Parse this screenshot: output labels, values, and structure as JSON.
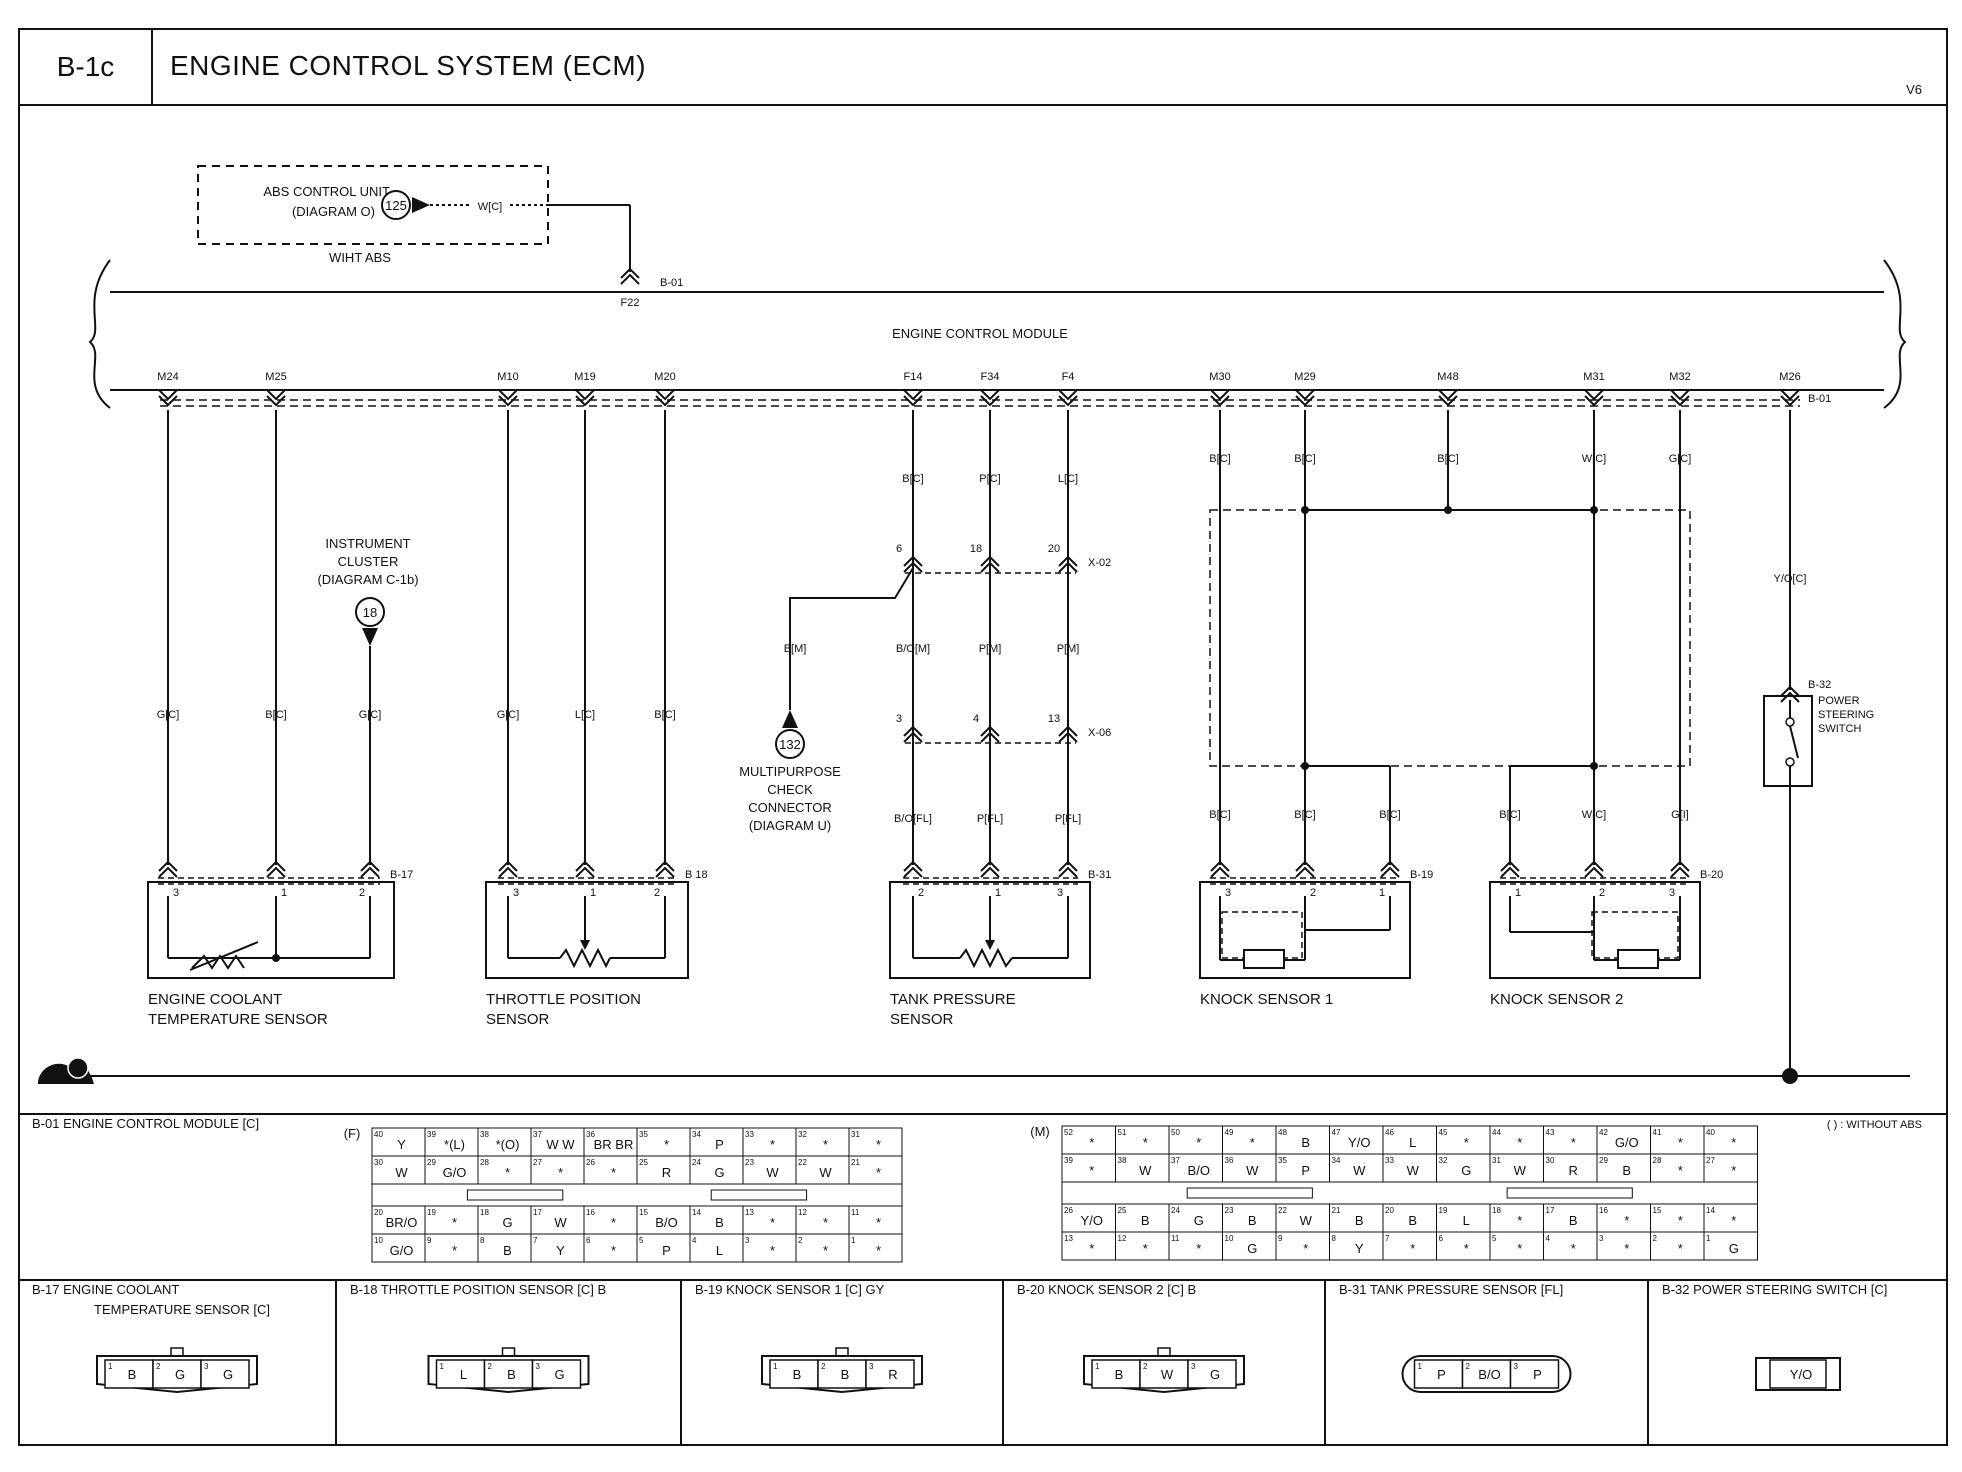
{
  "header": {
    "code": "B-1c",
    "title": "ENGINE CONTROL SYSTEM (ECM)",
    "variant": "V6"
  },
  "abs": {
    "box_line1": "ABS CONTROL UNIT",
    "box_line2": "(DIAGRAM O)",
    "ref": "125",
    "wire": "W[C]",
    "note": "WIHT ABS",
    "conn_pin": "F22",
    "conn_id": "B-01"
  },
  "ecm": {
    "label": "ENGINE CONTROL MODULE",
    "conn_id": "B-01",
    "pins": [
      "M24",
      "M25",
      "M10",
      "M19",
      "M20",
      "F14",
      "F34",
      "F4",
      "M30",
      "M29",
      "M48",
      "M31",
      "M32",
      "M26"
    ]
  },
  "wires": {
    "m24": "G[C]",
    "m25": "B[C]",
    "cluster": "G[C]",
    "m10": "G[C]",
    "m19": "L[C]",
    "m20": "B[C]",
    "f14_top": "B[C]",
    "f34_top": "P[C]",
    "f4_top": "L[C]",
    "f14_mid": "B/O[M]",
    "f34_mid": "P[M]",
    "f4_mid": "P[M]",
    "f14_bot": "B/O[FL]",
    "f34_bot": "P[FL]",
    "f4_bot": "P[FL]",
    "check": "B[M]",
    "m30": "B[C]",
    "m29": "B[C]",
    "m48": "B[C]",
    "m31": "W[C]",
    "m32": "G[C]",
    "m26": "Y/O[C]",
    "ks1_a": "B[C]",
    "ks1_b": "B[C]",
    "ks1_c": "B[C]",
    "ks2_a": "B[C]",
    "ks2_b": "W[C]",
    "ks2_c": "G[I]"
  },
  "junctions": {
    "x02": {
      "id": "X-02",
      "pins": [
        "6",
        "18",
        "20"
      ]
    },
    "x06": {
      "id": "X-06",
      "pins": [
        "3",
        "4",
        "13"
      ]
    }
  },
  "cluster": {
    "line1": "INSTRUMENT",
    "line2": "CLUSTER",
    "line3": "(DIAGRAM C-1b)",
    "ref": "18"
  },
  "check_conn": {
    "ref": "132",
    "line1": "MULTIPURPOSE",
    "line2": "CHECK",
    "line3": "CONNECTOR",
    "line4": "(DIAGRAM U)"
  },
  "components": {
    "ect": {
      "conn": "B-17",
      "pins": [
        "3",
        "1",
        "2"
      ],
      "line1": "ENGINE COOLANT",
      "line2": "TEMPERATURE SENSOR"
    },
    "tps": {
      "conn": "B 18",
      "pins": [
        "3",
        "1",
        "2"
      ],
      "line1": "THROTTLE POSITION",
      "line2": "SENSOR"
    },
    "tank": {
      "conn": "B-31",
      "pins": [
        "2",
        "1",
        "3"
      ],
      "line1": "TANK PRESSURE",
      "line2": "SENSOR"
    },
    "ks1": {
      "conn": "B-19",
      "pins": [
        "3",
        "2",
        "1"
      ],
      "line1": "KNOCK SENSOR 1"
    },
    "ks2": {
      "conn": "B-20",
      "pins": [
        "1",
        "2",
        "3"
      ],
      "line1": "KNOCK SENSOR 2"
    },
    "pss": {
      "conn": "B-32",
      "line1": "POWER",
      "line2": "STEERING",
      "line3": "SWITCH"
    }
  },
  "ground": {
    "label": "G"
  },
  "ecm_connector": {
    "title": "B-01 ENGINE CONTROL MODULE [C]",
    "note": "( ) : WITHOUT ABS",
    "f_label": "(F)",
    "m_label": "(M)",
    "f_rows": [
      [
        [
          "40",
          "Y"
        ],
        [
          "39",
          "*(L)"
        ],
        [
          "38",
          "*(O)"
        ],
        [
          "37",
          "W W"
        ],
        [
          "36",
          "BR BR"
        ],
        [
          "35",
          "*"
        ],
        [
          "34",
          "P"
        ],
        [
          "33",
          "*"
        ],
        [
          "32",
          "*"
        ],
        [
          "31",
          "*"
        ]
      ],
      [
        [
          "30",
          "W"
        ],
        [
          "29",
          "G/O"
        ],
        [
          "28",
          "*"
        ],
        [
          "27",
          "*"
        ],
        [
          "26",
          "*"
        ],
        [
          "25",
          "R"
        ],
        [
          "24",
          "G"
        ],
        [
          "23",
          "W"
        ],
        [
          "22",
          "W"
        ],
        [
          "21",
          "*"
        ]
      ],
      [
        [
          "20",
          "BR/O"
        ],
        [
          "19",
          "*"
        ],
        [
          "18",
          "G"
        ],
        [
          "17",
          "W"
        ],
        [
          "16",
          "*"
        ],
        [
          "15",
          "B/O"
        ],
        [
          "14",
          "B"
        ],
        [
          "13",
          "*"
        ],
        [
          "12",
          "*"
        ],
        [
          "11",
          "*"
        ]
      ],
      [
        [
          "10",
          "G/O"
        ],
        [
          "9",
          "*"
        ],
        [
          "8",
          "B"
        ],
        [
          "7",
          "Y"
        ],
        [
          "6",
          "*"
        ],
        [
          "5",
          "P"
        ],
        [
          "4",
          "L"
        ],
        [
          "3",
          "*"
        ],
        [
          "2",
          "*"
        ],
        [
          "1",
          "*"
        ]
      ]
    ],
    "m_rows": [
      [
        [
          "52",
          "*"
        ],
        [
          "51",
          "*"
        ],
        [
          "50",
          "*"
        ],
        [
          "49",
          "*"
        ],
        [
          "48",
          "B"
        ],
        [
          "47",
          "Y/O"
        ],
        [
          "46",
          "L"
        ],
        [
          "45",
          "*"
        ],
        [
          "44",
          "*"
        ],
        [
          "43",
          "*"
        ],
        [
          "42",
          "G/O"
        ],
        [
          "41",
          "*"
        ],
        [
          "40",
          "*"
        ]
      ],
      [
        [
          "39",
          "*"
        ],
        [
          "38",
          "W"
        ],
        [
          "37",
          "B/O"
        ],
        [
          "36",
          "W"
        ],
        [
          "35",
          "P"
        ],
        [
          "34",
          "W"
        ],
        [
          "33",
          "W"
        ],
        [
          "32",
          "G"
        ],
        [
          "31",
          "W"
        ],
        [
          "30",
          "R"
        ],
        [
          "29",
          "B"
        ],
        [
          "28",
          "*"
        ],
        [
          "27",
          "*"
        ]
      ],
      [
        [
          "26",
          "Y/O"
        ],
        [
          "25",
          "B"
        ],
        [
          "24",
          "G"
        ],
        [
          "23",
          "B"
        ],
        [
          "22",
          "W"
        ],
        [
          "21",
          "B"
        ],
        [
          "20",
          "B"
        ],
        [
          "19",
          "L"
        ],
        [
          "18",
          "*"
        ],
        [
          "17",
          "B"
        ],
        [
          "16",
          "*"
        ],
        [
          "15",
          "*"
        ],
        [
          "14",
          "*"
        ]
      ],
      [
        [
          "13",
          "*"
        ],
        [
          "12",
          "*"
        ],
        [
          "11",
          "*"
        ],
        [
          "10",
          "G"
        ],
        [
          "9",
          "*"
        ],
        [
          "8",
          "Y"
        ],
        [
          "7",
          "*"
        ],
        [
          "6",
          "*"
        ],
        [
          "5",
          "*"
        ],
        [
          "4",
          "*"
        ],
        [
          "3",
          "*"
        ],
        [
          "2",
          "*"
        ],
        [
          "1",
          "G"
        ]
      ]
    ]
  },
  "connector_views": [
    {
      "title1": "B-17 ENGINE COOLANT",
      "title2": "TEMPERATURE SENSOR [C]",
      "cells": [
        [
          "1",
          "B"
        ],
        [
          "2",
          "G"
        ],
        [
          "3",
          "G"
        ]
      ]
    },
    {
      "title1": "B-18 THROTTLE POSITION SENSOR [C] B",
      "title2": "",
      "cells": [
        [
          "1",
          "L"
        ],
        [
          "2",
          "B"
        ],
        [
          "3",
          "G"
        ]
      ]
    },
    {
      "title1": "B-19 KNOCK SENSOR 1 [C] GY",
      "title2": "",
      "cells": [
        [
          "1",
          "B"
        ],
        [
          "2",
          "B"
        ],
        [
          "3",
          "R"
        ]
      ]
    },
    {
      "title1": "B-20 KNOCK SENSOR 2 [C] B",
      "title2": "",
      "cells": [
        [
          "1",
          "B"
        ],
        [
          "2",
          "W"
        ],
        [
          "3",
          "G"
        ]
      ]
    },
    {
      "title1": "B-31 TANK PRESSURE SENSOR [FL]",
      "title2": "",
      "cells": [
        [
          "1",
          "P"
        ],
        [
          "2",
          "B/O"
        ],
        [
          "3",
          "P"
        ]
      ]
    },
    {
      "title1": "B-32 POWER STEERING SWITCH [C]",
      "title2": "",
      "cells": [
        [
          "",
          "Y/O"
        ]
      ]
    }
  ]
}
